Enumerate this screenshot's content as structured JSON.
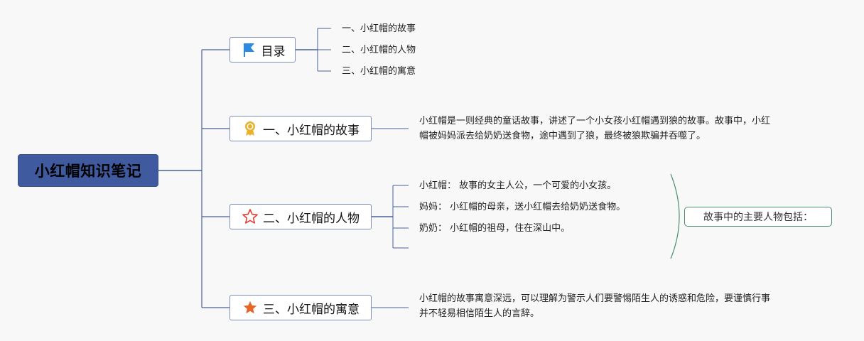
{
  "root": {
    "title": "小红帽知识笔记"
  },
  "toc": {
    "label": "目录",
    "icon": "flag-icon",
    "items": [
      "一、小红帽的故事",
      "二、小红帽的人物",
      "三、小红帽的寓意"
    ]
  },
  "story": {
    "label": "一、小红帽的故事",
    "icon": "award-ribbon-icon",
    "text": "小红帽是一则经典的童话故事，讲述了一个小女孩小红帽遇到狼的故事。故事中，小红帽被妈妈派去给奶奶送食物，途中遇到了狼，最终被狼欺骗并吞噬了。"
  },
  "characters": {
    "label": "二、小红帽的人物",
    "icon": "star-outline-icon",
    "items": [
      "小红帽： 故事的女主人公，一个可爱的小女孩。",
      "妈妈： 小红帽的母亲，送小红帽去给奶奶送食物。",
      "奶奶： 小红帽的祖母，住在深山中。"
    ],
    "summary": "故事中的主要人物包括："
  },
  "meaning": {
    "label": "三、小红帽的寓意",
    "icon": "star-filled-icon",
    "text": "小红帽的故事寓意深远，可以理解为警示人们要警惕陌生人的诱惑和危险，要谨慎行事并不轻易相信陌生人的言辞。"
  },
  "colors": {
    "root_bg": "#3f5a9f",
    "line": "#4a5f99",
    "box_border": "#7d8fb8",
    "summary_border": "#4a8f6c",
    "flag": "#2a8be0",
    "award": "#e8b22a",
    "star_outline": "#e03a2e",
    "star_filled": "#e8652a"
  }
}
